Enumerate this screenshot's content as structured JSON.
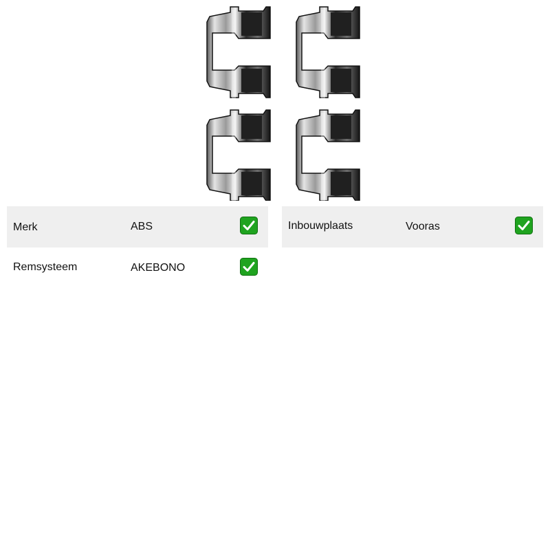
{
  "product_image": {
    "icon": "brake-pad-clips-icon",
    "description_visible": false
  },
  "specs_left": [
    {
      "label": "Merk",
      "value": "ABS",
      "status_icon": "check-mark-icon"
    },
    {
      "label": "Remsysteem",
      "value": "AKEBONO",
      "status_icon": "check-mark-icon"
    }
  ],
  "specs_right": [
    {
      "label": "Inbouwplaats",
      "value": "Vooras",
      "status_icon": "check-mark-icon"
    }
  ],
  "colors": {
    "row_shade": "#efefef",
    "check_green": "#1fa31f",
    "metal_dark": "#1a1a1a",
    "metal_light": "#c8c8c8"
  }
}
